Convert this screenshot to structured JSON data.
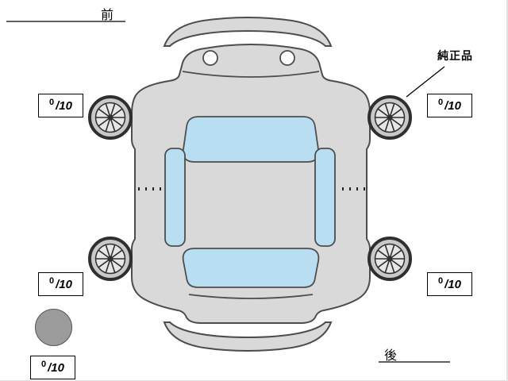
{
  "labels": {
    "front": "前",
    "rear": "後",
    "genuine_part": "純正品"
  },
  "tire_scores": {
    "front_left": {
      "value": "0",
      "denominator": "/10"
    },
    "front_right": {
      "value": "0",
      "denominator": "/10"
    },
    "rear_left": {
      "value": "0",
      "denominator": "/10"
    },
    "rear_right": {
      "value": "0",
      "denominator": "/10"
    },
    "spare": {
      "value": "0",
      "denominator": "/10"
    }
  },
  "icons": {
    "spare_tire": "filled-gray-circle",
    "wheels": "spoked-wheel-top-view"
  },
  "colors": {
    "body-gray": "#d9d9d9",
    "outline": "#4d4d4d",
    "window-blue": "#b9def2",
    "wheel-dark": "#2f2f2f",
    "wheel-fill": "#c9c9c9",
    "spare-gray": "#9b9b9b"
  }
}
